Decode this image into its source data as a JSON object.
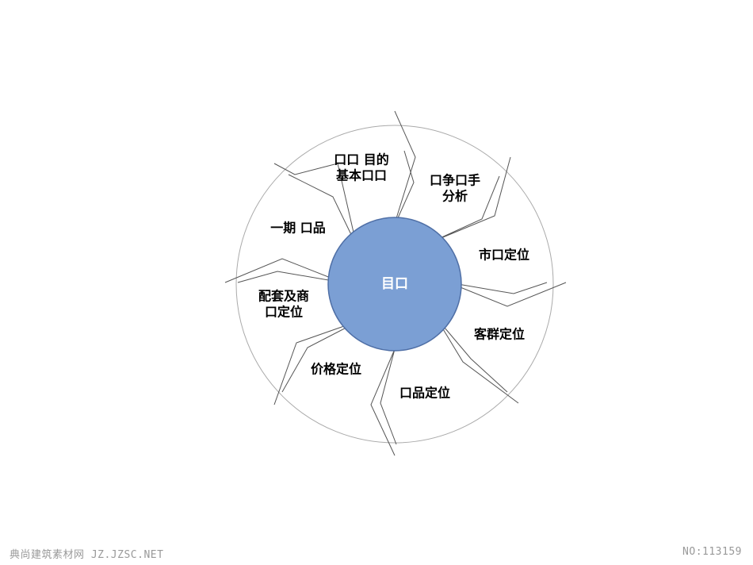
{
  "diagram": {
    "center_label": "目口",
    "segments": [
      {
        "lines": [
          "口口 目的",
          "基本口口"
        ]
      },
      {
        "lines": [
          "口争口手",
          "分析"
        ]
      },
      {
        "lines": [
          "市口定位"
        ]
      },
      {
        "lines": [
          "客群定位"
        ]
      },
      {
        "lines": [
          "口品定位"
        ]
      },
      {
        "lines": [
          "价格定位"
        ]
      },
      {
        "lines": [
          "配套及商",
          "口定位"
        ]
      },
      {
        "lines": [
          "一期 口品"
        ]
      }
    ],
    "colors": {
      "center_fill": "#7b9fd4",
      "center_stroke": "#4f6fa6",
      "outline": "#555555",
      "ring": "#aaaaaa"
    }
  },
  "footer": {
    "watermark_left": "典尚建筑素材网 JZ.JZSC.NET",
    "watermark_right": "NO:113159"
  }
}
